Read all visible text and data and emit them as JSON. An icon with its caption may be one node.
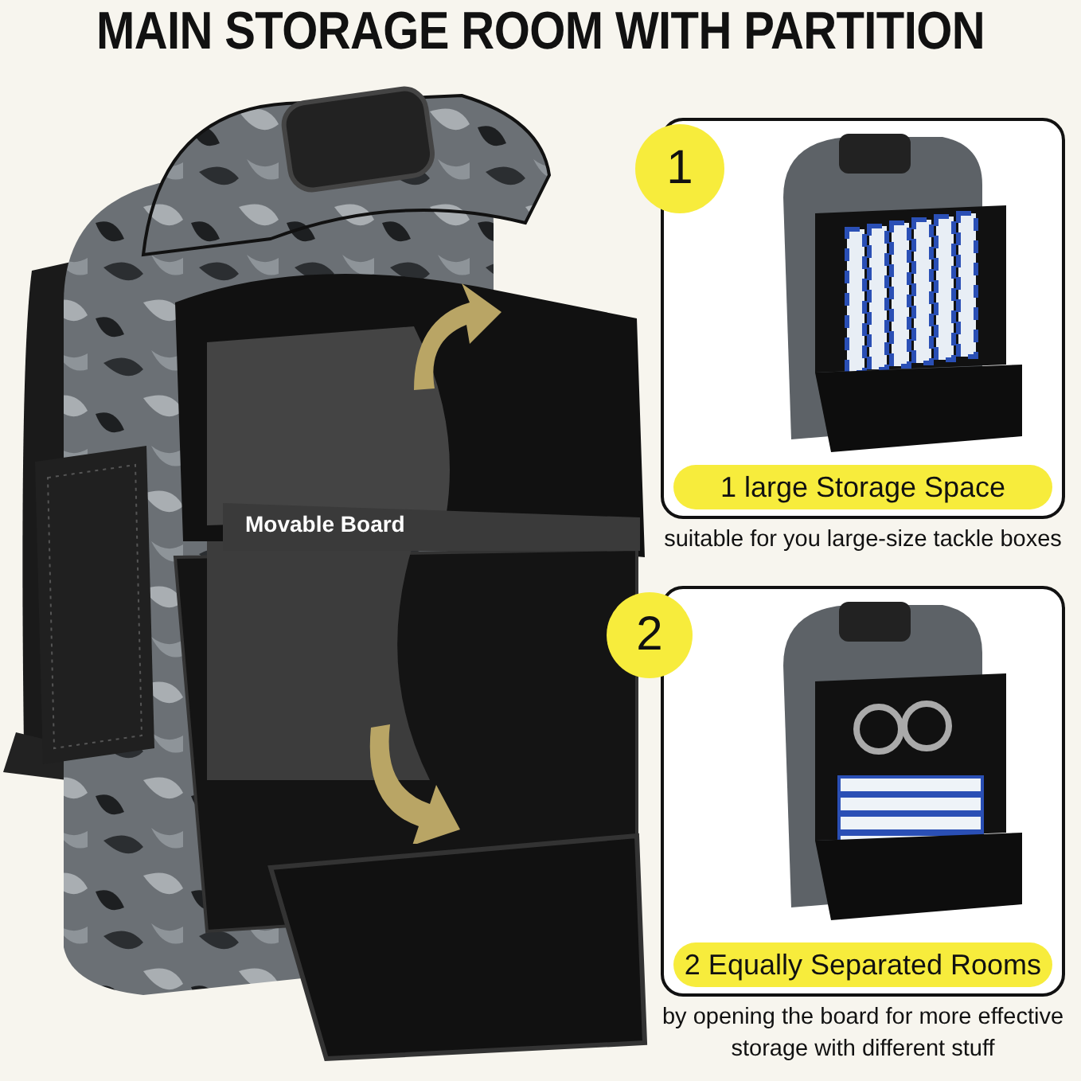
{
  "diagram": {
    "title": "MAIN STORAGE ROOM WITH PARTITION",
    "nodes": [
      {
        "text": [
          "1 large Storage Space"
        ],
        "beside": [
          "suitable for you large-size tackle boxes"
        ]
      },
      {
        "text": [
          "1"
        ]
      },
      {
        "text": [
          "2 Equally Separated Rooms"
        ],
        "beside": [
          "by opening the board for more effective storage with different stuff"
        ]
      },
      {
        "text": [
          "2"
        ]
      },
      {
        "text": [
          "Movable Board"
        ]
      }
    ]
  }
}
